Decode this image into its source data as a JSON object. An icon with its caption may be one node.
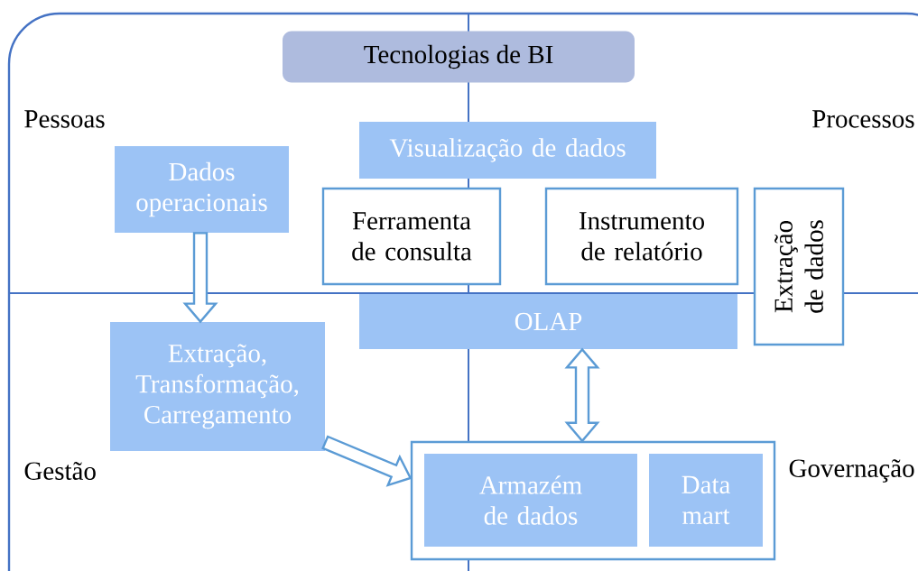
{
  "diagram": {
    "title": "Tecnologias de BI",
    "nodes": [
      {
        "text": [
          "Visualização de dados"
        ]
      },
      {
        "text": [
          "Dados operacionais"
        ]
      },
      {
        "text": [
          "Ferramenta de consulta"
        ]
      },
      {
        "text": [
          "Instrumento de relatório"
        ]
      },
      {
        "text": [
          "Extração de dados"
        ]
      },
      {
        "text": [
          "OLAP"
        ]
      },
      {
        "text": [
          "Extração, Transformação, Carregamento"
        ]
      },
      {
        "text": [],
        "shape": "box"
      },
      {
        "text": [
          "Armazém de dados"
        ],
        "in": 7
      },
      {
        "text": [
          "Data mart"
        ],
        "in": 7
      }
    ],
    "edges": [
      {
        "from": 1,
        "to": 6,
        "arrow": "to"
      },
      {
        "from": 6,
        "to": 7,
        "arrow": "to"
      },
      {
        "from": 5,
        "to": 7,
        "arrow": "both"
      }
    ],
    "labels": [
      "Pessoas",
      "Processos",
      "Gestão",
      "Governação"
    ]
  }
}
